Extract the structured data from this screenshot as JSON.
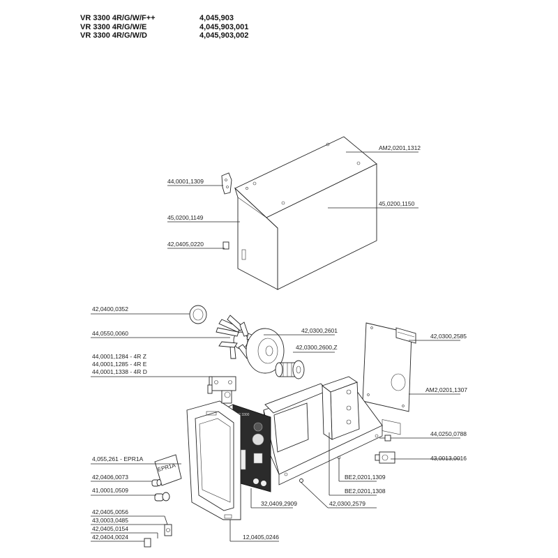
{
  "header": {
    "models": [
      {
        "model": "VR 3300 4R/G/W/F++",
        "code": "4,045,903"
      },
      {
        "model": "VR 3300 4R/G/W/E",
        "code": "4,045,903,001"
      },
      {
        "model": "VR 3300 4R/G/W/D",
        "code": "4,045,903,002"
      }
    ]
  },
  "labels": {
    "am2_0201_1312": "AM2,0201,1312",
    "p44_0001_1309": "44,0001,1309",
    "p45_0200_1150": "45,0200,1150",
    "p45_0200_1149": "45,0200,1149",
    "p42_0405_0220": "42,0405,0220",
    "p42_0400_0352": "42,0400,0352",
    "p44_0550_0060": "44,0550,0060",
    "p42_0300_2601": "42,0300,2601",
    "p42_0300_2585": "42,0300,2585",
    "p42_0300_2600z": "42,0300,2600,Z",
    "p44_0001_1284": "44,0001,1284 - 4R Z",
    "p44_0001_1285": "44,0001,1285 - 4R E",
    "p44_0001_1338": "44,0001,1338 - 4R D",
    "am2_0201_1307": "AM2,0201,1307",
    "p44_0250_0788": "44,0250,0788",
    "p4_055_261": "4,055,261 - EPR1A",
    "p43_0013_0016": "43,0013,0016",
    "p42_0406_0073": "42,0406,0073",
    "p41_0001_0509": "41,0001,0509",
    "be2_0201_1309": "BE2,0201,1309",
    "be2_0201_1308": "BE2,0201,1308",
    "p42_0300_2579": "42,0300,2579",
    "p32_0409_2909": "32,0409,2909",
    "p42_0405_0056": "42,0405,0056",
    "p43_0003_0485": "43,0003,0485",
    "p42_0405_0154": "42,0405,0154",
    "p42_0404_0024": "42,0404,0024",
    "p12_0405_0246": "12,0405,0246"
  },
  "panel_text": {
    "epr_label": "EPR1A",
    "panel_brand": "VR 3300"
  }
}
